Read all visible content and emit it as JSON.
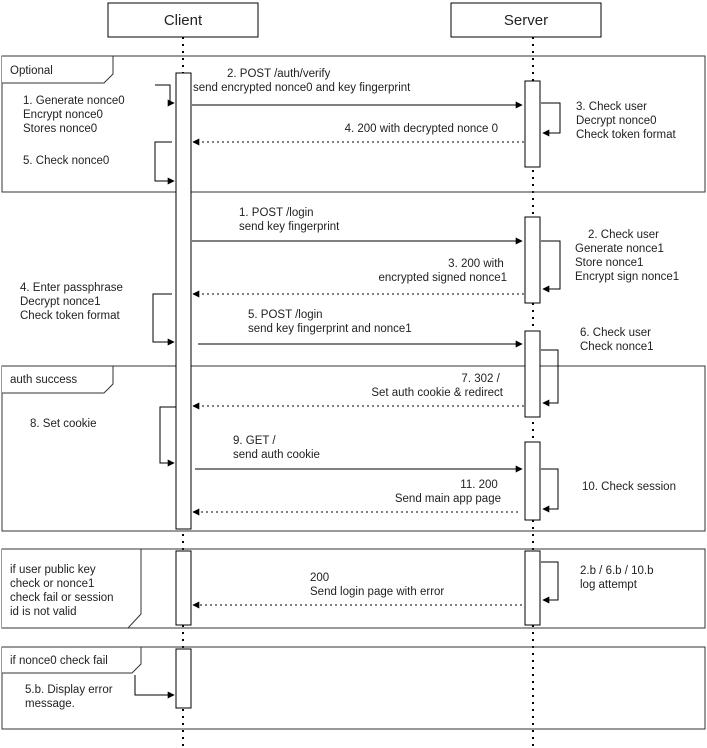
{
  "participants": {
    "client": "Client",
    "server": "Server"
  },
  "frames": {
    "optional": "Optional",
    "auth_success": "auth success",
    "invalid": [
      "if user public key",
      "check or nonce1",
      "check fail or session",
      "id is not valid"
    ],
    "nonce_fail": "if nonce0 check fail"
  },
  "optional_section": {
    "m1": [
      "1. Generate nonce0",
      "Encrypt nonce0",
      "Stores nonce0"
    ],
    "m2": [
      "2. POST /auth/verify",
      "send encrypted nonce0 and key fingerprint"
    ],
    "m3": [
      "3. Check user",
      "Decrypt nonce0",
      "Check token format"
    ],
    "m4": [
      "4. 200 with decrypted nonce 0"
    ],
    "m5": [
      "5. Check nonce0"
    ]
  },
  "login_section": {
    "m1": [
      "1. POST /login",
      "send key fingerprint"
    ],
    "m2": [
      "2. Check user",
      "Generate nonce1",
      "Store nonce1",
      "Encrypt sign nonce1"
    ],
    "m3": [
      "3. 200 with",
      "encrypted signed nonce1"
    ],
    "m4": [
      "4. Enter passphrase",
      "Decrypt nonce1",
      "Check token format"
    ],
    "m5": [
      "5. POST /login",
      "send key fingerprint and nonce1"
    ],
    "m6": [
      "6. Check user",
      "Check nonce1"
    ]
  },
  "auth_section": {
    "m7": [
      "7. 302 /",
      "Set auth cookie & redirect"
    ],
    "m8": [
      "8. Set cookie"
    ],
    "m9": [
      "9. GET /",
      "send auth cookie"
    ],
    "m10": [
      "10. Check session"
    ],
    "m11": [
      "11. 200",
      "Send main app page"
    ]
  },
  "invalid_section": {
    "log": [
      "2.b / 6.b / 10.b",
      "log attempt"
    ],
    "resp": [
      "200",
      "Send login page with error"
    ]
  },
  "nonce_fail_section": {
    "display": [
      "5.b. Display error",
      "message."
    ]
  },
  "colors": {
    "line": "#000000",
    "frame": "#333333",
    "text": "#222222",
    "background": "#ffffff"
  }
}
